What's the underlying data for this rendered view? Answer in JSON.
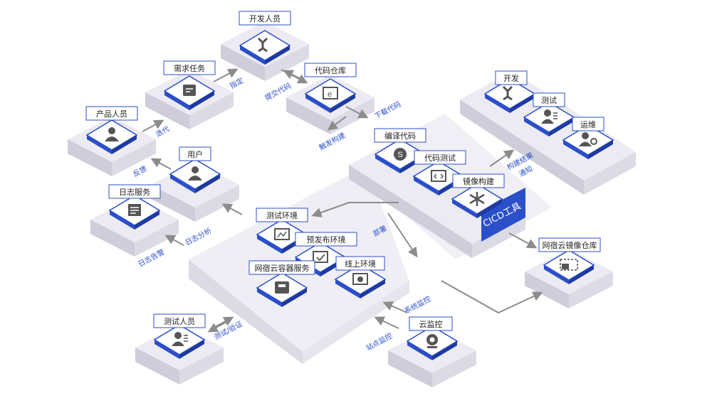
{
  "colors": {
    "accent": "#2b4fc9",
    "block_top": "#ecebf3",
    "block_left": "#cfcdd9",
    "block_right": "#dcdbe5",
    "platform": "#efeef4",
    "arrow": "#8c8c8c",
    "label_border": "#2b4fc9"
  },
  "nodes": {
    "developer": "开发人员",
    "requirement": "需求任务",
    "code_repo": "代码仓库",
    "product": "产品人员",
    "user": "用户",
    "log_service": "日志服务",
    "compile": "编译代码",
    "code_test": "代码测试",
    "image_build": "镜像构建",
    "cicd_tool": "CICD工具",
    "team_dev": "开发",
    "team_test": "测试",
    "team_ops": "运维",
    "test_env": "测试环境",
    "prerelease_env": "预发布环境",
    "container_service": "网宿云容器服务",
    "online_env": "线上环境",
    "image_registry": "网宿云镜像仓库",
    "cloud_monitor": "云监控",
    "tester": "测试人员"
  },
  "edges": {
    "assign": "指定",
    "commit": "提交代码",
    "download": "下载代码",
    "trigger_build": "触发构建",
    "iterate": "迭代",
    "feedback": "反馈",
    "log_analysis": "日志分析",
    "log_alert": "日志告警",
    "deploy": "部署",
    "build_notify_1": "构建结果",
    "build_notify_2": "通知",
    "system_monitor": "系统监控",
    "site_monitor": "站点监控",
    "test_verify": "测试/验证"
  },
  "icons": [
    "developer-icon",
    "checklist-icon",
    "repository-icon",
    "person-icon",
    "user-icon",
    "log-icon",
    "compile-icon",
    "code-test-icon",
    "image-build-icon",
    "test-icon",
    "ops-icon",
    "env-window-icon",
    "container-icon",
    "image-registry-icon",
    "camera-monitor-icon"
  ]
}
